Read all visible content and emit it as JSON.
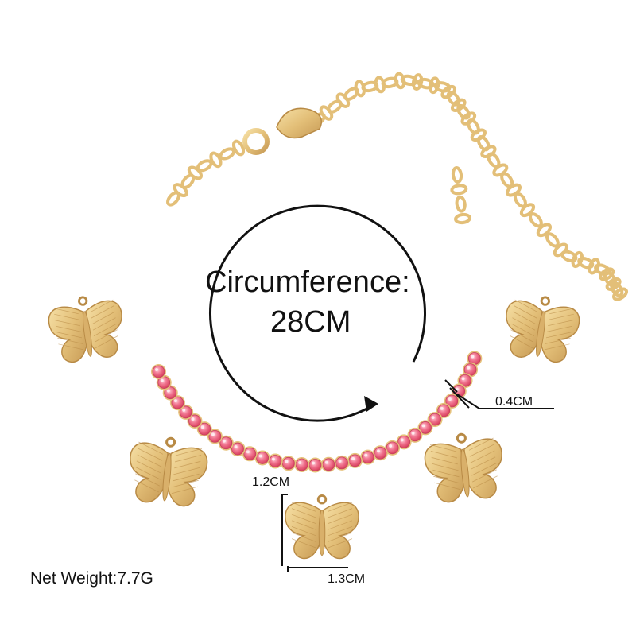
{
  "product": {
    "circumference_label": "Circumference:",
    "circumference_value": "28CM",
    "stone_width": "0.4CM",
    "charm_height": "1.2CM",
    "charm_width": "1.3CM",
    "net_weight": "Net Weight:7.7G"
  },
  "colors": {
    "gold": "#e3bf78",
    "gold_dark": "#b88a45",
    "stone_pink": "#f06a86",
    "stone_light": "#ffb8c6",
    "text": "#111111"
  },
  "icons": {
    "direction": "arrow-right-icon",
    "charm": "butterfly-icon"
  }
}
